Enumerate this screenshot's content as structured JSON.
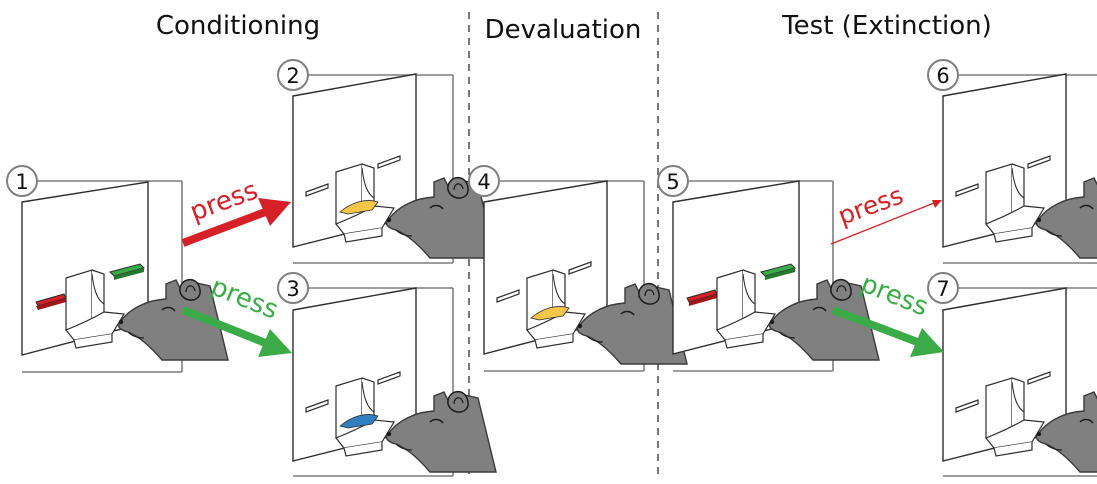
{
  "phases": [
    {
      "label": "Conditioning"
    },
    {
      "label": "Devaluation"
    },
    {
      "label": "Test (Extinction)"
    }
  ],
  "steps": [
    "1",
    "2",
    "3",
    "4",
    "5",
    "6",
    "7"
  ],
  "arrows": [
    {
      "label": "press",
      "color": "#d42026"
    },
    {
      "label": "press",
      "color": "#3aab47"
    },
    {
      "label": "press",
      "color": "#d42026"
    },
    {
      "label": "press",
      "color": "#3aab47"
    }
  ],
  "colors": {
    "red_lever": "#d42026",
    "green_lever": "#3aab47",
    "yellow_pellet": "#f3c64a",
    "blue_pellet": "#2f7fc1",
    "rat": "#808080",
    "box_line": "#7f7f7f",
    "divider": "#555555"
  }
}
